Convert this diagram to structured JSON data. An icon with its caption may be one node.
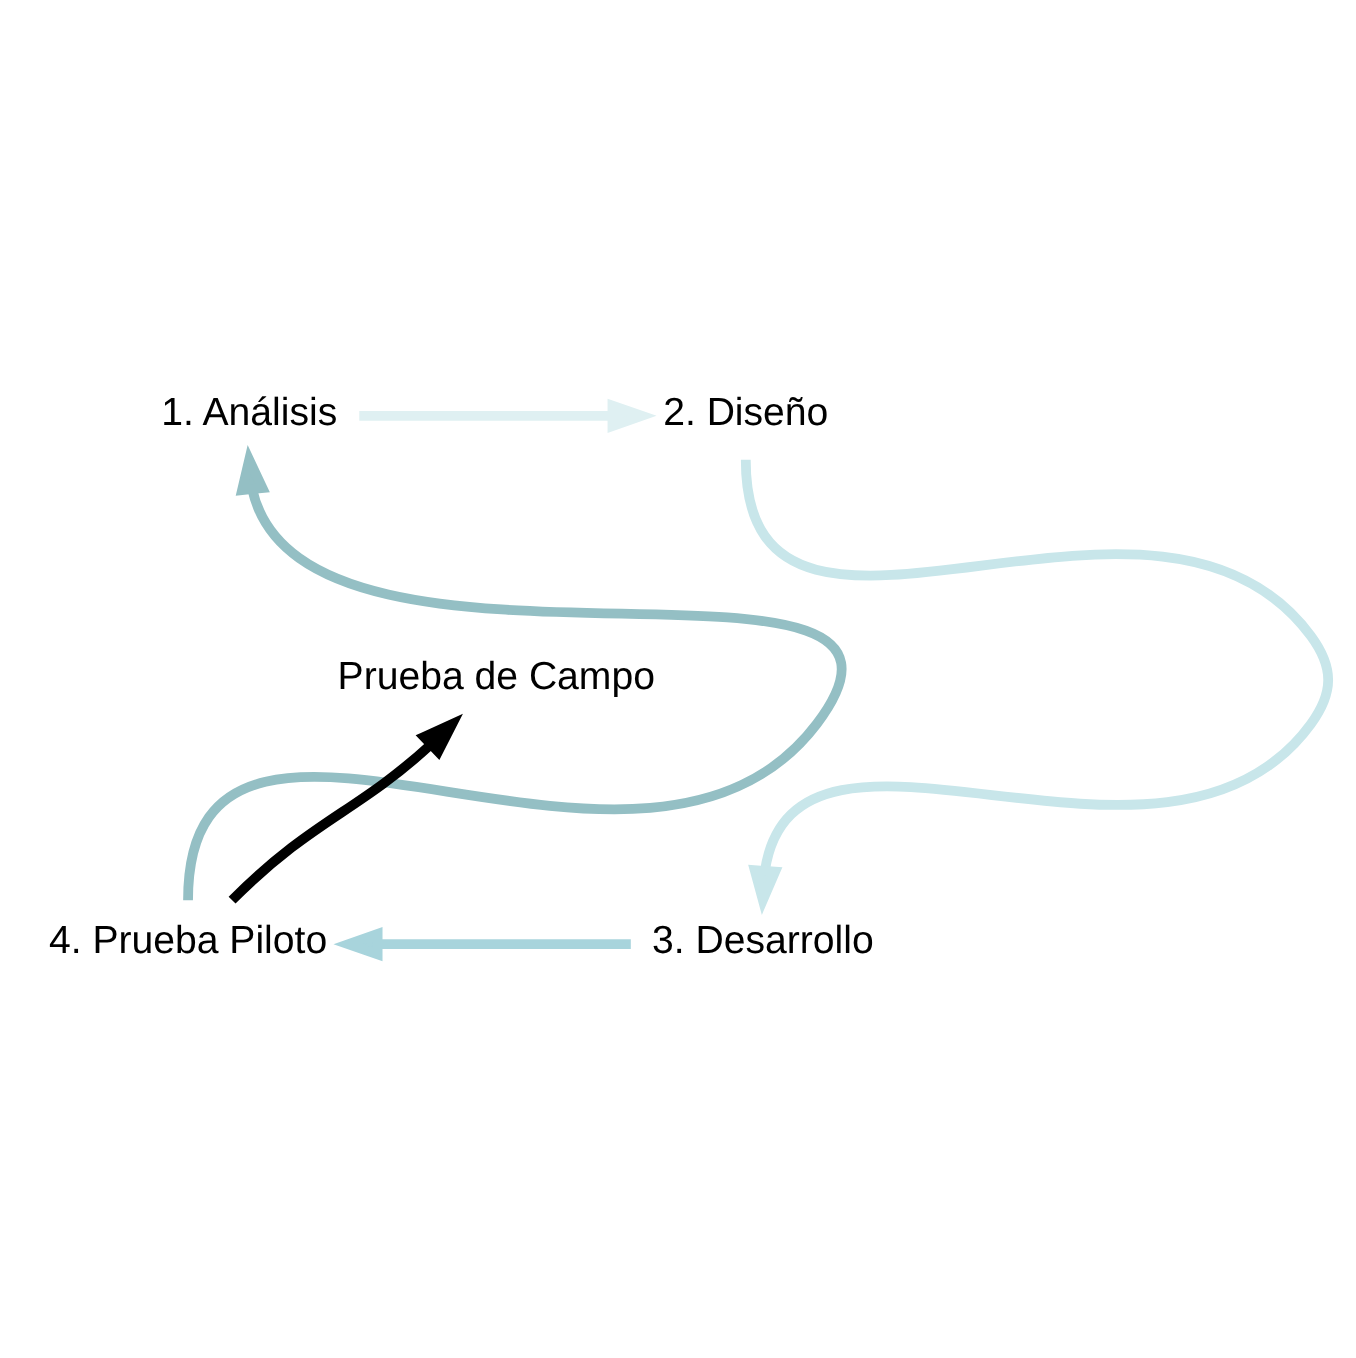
{
  "diagram": {
    "nodes": [
      {
        "text": [
          "1. Análisis"
        ]
      },
      {
        "text": [
          "2. Diseño"
        ]
      },
      {
        "text": [
          "3. Desarrollo"
        ]
      },
      {
        "text": [
          "4. Prueba Piloto"
        ]
      },
      {
        "text": [
          "Prueba de Campo"
        ]
      }
    ],
    "edges": [
      {
        "from": 0,
        "to": 1,
        "arrow": "to",
        "color": "#dff0f2"
      },
      {
        "from": 1,
        "to": 2,
        "arrow": "to",
        "color": "#c8e6ea"
      },
      {
        "from": 2,
        "to": 3,
        "arrow": "to",
        "color": "#a8d4dc"
      },
      {
        "from": 3,
        "to": 0,
        "arrow": "to",
        "color": "#94bfc4"
      },
      {
        "from": 3,
        "to": 4,
        "arrow": "to",
        "color": "#000000"
      }
    ]
  }
}
